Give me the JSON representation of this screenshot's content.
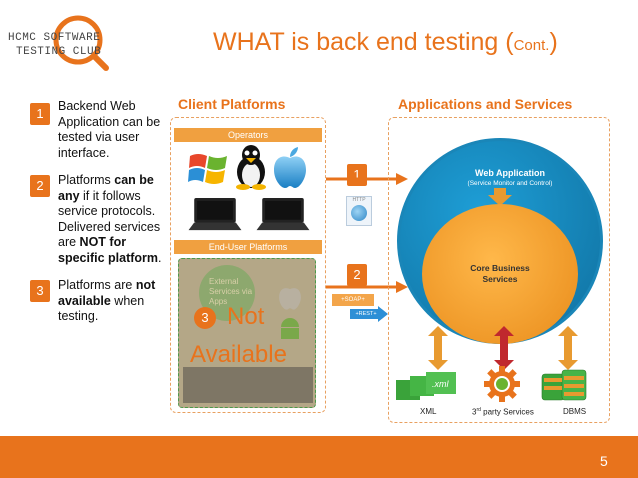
{
  "logo": {
    "line1": "HCMC SOFTWARE",
    "line2": "TESTING CLUB"
  },
  "title": {
    "main": "WHAT is back end testing (",
    "cont": "Cont.",
    "close": ")"
  },
  "points": [
    {
      "num": "1",
      "text": "Backend Web Application can be tested via user interface."
    },
    {
      "num": "2",
      "pre": "Platforms ",
      "b1": "can be any",
      "mid": " if it follows service protocols. Delivered services are ",
      "b2": "NOT for specific platform",
      "end": "."
    },
    {
      "num": "3",
      "pre": "Platforms are ",
      "b1": "not available",
      "end": " when testing."
    }
  ],
  "client": {
    "heading": "Client Platforms",
    "operators": "Operators",
    "end_user": "End-User Platforms",
    "overlay_num": "3",
    "not": "Not",
    "available": "Available",
    "faded_text": "External Services via Apps"
  },
  "connectors": {
    "one": "1",
    "two": "2",
    "http": "HTTP",
    "soap": "+SOAP+",
    "rest": "+REST+"
  },
  "services": {
    "heading": "Applications and Services",
    "web_app": "Web Application",
    "web_app_sub": "(Service Monitor and Control)",
    "core": "Core Business Services",
    "xml_label": "XML",
    "third_party_pre": "3",
    "third_party_sup": "rd",
    "third_party_post": " party Services",
    "dbms": "DBMS",
    "xml_tile": ".xml"
  },
  "page_number": "5",
  "colors": {
    "accent": "#e8731c",
    "blue": "#1a86b8",
    "green": "#3aa33a"
  }
}
